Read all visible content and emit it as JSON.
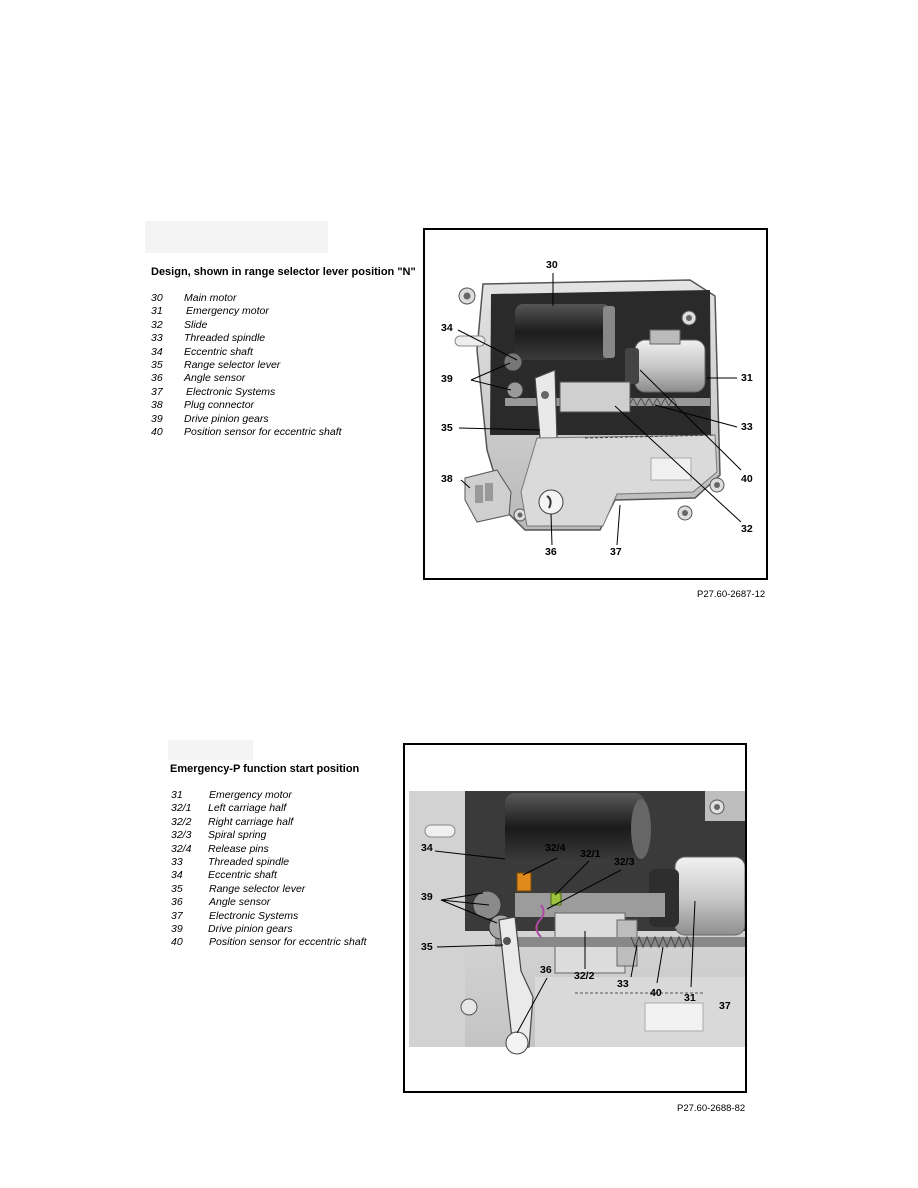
{
  "section1": {
    "title": "Design, shown in range selector lever position \"N\"",
    "legend": [
      {
        "num": "30",
        "label": "Main motor"
      },
      {
        "num": "31",
        "label": "Emergency motor"
      },
      {
        "num": "32",
        "label": "Slide"
      },
      {
        "num": "33",
        "label": "Threaded spindle"
      },
      {
        "num": "34",
        "label": "Eccentric shaft"
      },
      {
        "num": "35",
        "label": "Range selector lever"
      },
      {
        "num": "36",
        "label": "Angle sensor"
      },
      {
        "num": "37",
        "label": "Electronic Systems"
      },
      {
        "num": "38",
        "label": "Plug connector"
      },
      {
        "num": "39",
        "label": "Drive pinion gears"
      },
      {
        "num": "40",
        "label": "Position sensor for eccentric shaft"
      }
    ],
    "figure": {
      "code": "P27.60-2687-12",
      "callouts": [
        "30",
        "31",
        "32",
        "33",
        "34",
        "35",
        "36",
        "37",
        "38",
        "39",
        "40"
      ]
    }
  },
  "section2": {
    "title": "Emergency-P function start position",
    "legend": [
      {
        "num": "31",
        "label": "Emergency motor"
      },
      {
        "num": "32/1",
        "label": "Left carriage half"
      },
      {
        "num": "32/2",
        "label": "Right carriage half"
      },
      {
        "num": "32/3",
        "label": "Spiral spring"
      },
      {
        "num": "32/4",
        "label": "Release pins"
      },
      {
        "num": "33",
        "label": "Threaded spindle"
      },
      {
        "num": "34",
        "label": "Eccentric shaft"
      },
      {
        "num": "35",
        "label": "Range selector lever"
      },
      {
        "num": "36",
        "label": "Angle sensor"
      },
      {
        "num": "37",
        "label": "Electronic Systems"
      },
      {
        "num": "39",
        "label": "Drive pinion gears"
      },
      {
        "num": "40",
        "label": "Position sensor for eccentric shaft"
      }
    ],
    "figure": {
      "code": "P27.60-2688-82",
      "callouts": [
        "34",
        "32/4",
        "32/1",
        "32/3",
        "39",
        "35",
        "36",
        "32/2",
        "33",
        "40",
        "31",
        "37"
      ]
    }
  }
}
